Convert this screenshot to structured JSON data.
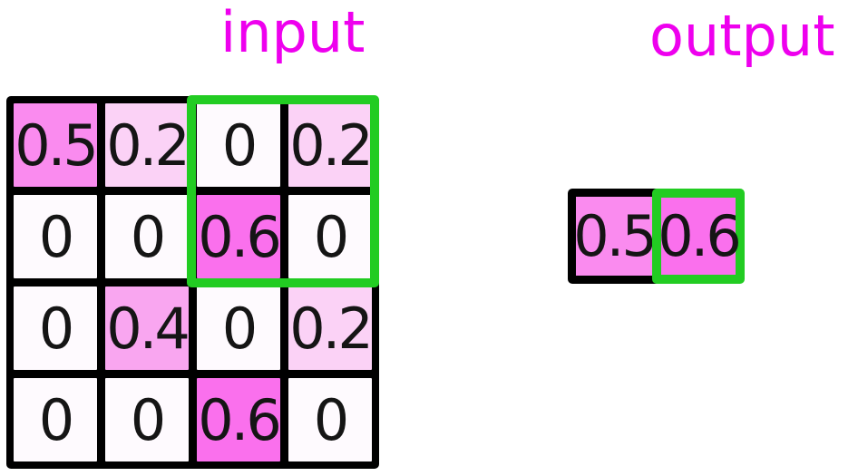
{
  "figure": {
    "input_title": "input",
    "output_title": "output"
  },
  "colors": {
    "title": "#EE00EE",
    "highlight_green": "#22CC22",
    "grid_line": "#000000",
    "cell_text": "#151515",
    "value_fill": {
      "0": "#FEFAFE",
      "0.2": "#FBD2F6",
      "0.4": "#F9A6F0",
      "0.5": "#FA8BEF",
      "0.6": "#FA70ED"
    }
  },
  "input_grid": {
    "rows": [
      [
        "0.5",
        "0.2",
        "0",
        "0.2"
      ],
      [
        "0",
        "0",
        "0.6",
        "0"
      ],
      [
        "0",
        "0.4",
        "0",
        "0.2"
      ],
      [
        "0",
        "0",
        "0.6",
        "0"
      ]
    ]
  },
  "output_cells": [
    {
      "value": "0.5",
      "highlighted": false
    },
    {
      "value": "0.6",
      "highlighted": true
    }
  ],
  "chart_data": [
    {
      "type": "heatmap",
      "title": "input",
      "rows": 4,
      "cols": 4,
      "values": [
        [
          0.5,
          0.2,
          0,
          0.2
        ],
        [
          0,
          0,
          0.6,
          0
        ],
        [
          0,
          0.4,
          0,
          0.2
        ],
        [
          0,
          0,
          0.6,
          0
        ]
      ],
      "value_range": [
        0,
        1
      ],
      "highlight_window": {
        "row_start": 0,
        "row_end": 1,
        "col_start": 2,
        "col_end": 3
      }
    },
    {
      "type": "heatmap",
      "title": "output",
      "rows": 1,
      "cols": 2,
      "values": [
        [
          0.5,
          0.6
        ]
      ],
      "value_range": [
        0,
        1
      ],
      "highlighted_cell": {
        "row": 0,
        "col": 1
      }
    }
  ]
}
